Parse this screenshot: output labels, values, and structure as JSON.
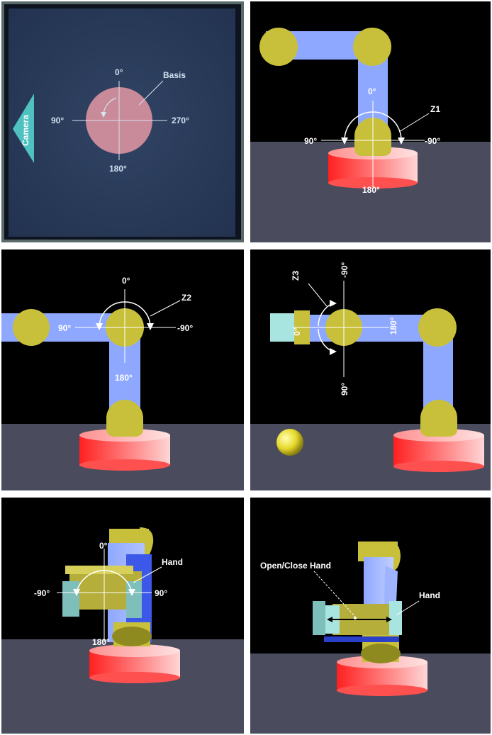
{
  "panels": {
    "p1": {
      "top": "0°",
      "left": "90°",
      "right": "270°",
      "bottom": "180°",
      "basis": "Basis",
      "camera": "Camera"
    },
    "p2": {
      "top": "0°",
      "left": "90°",
      "right": "-90°",
      "bottom": "180°",
      "joint": "Z1"
    },
    "p3": {
      "top": "0°",
      "left": "90°",
      "right": "-90°",
      "bottom": "180°",
      "joint": "Z2"
    },
    "p4": {
      "top": "-90°",
      "left": "0°",
      "right": "180°",
      "bottom": "90°",
      "joint": "Z3"
    },
    "p5": {
      "top": "0°",
      "left": "-90°",
      "right": "90°",
      "bottom": "180°",
      "hand": "Hand"
    },
    "p6": {
      "openclose": "Open/Close Hand",
      "hand": "Hand"
    }
  },
  "colors": {
    "black": "#000000",
    "floor": "#4a4c5e",
    "arm": "#8fa8ff",
    "joint": "#c8c03a",
    "base_red": "#ff3030",
    "base_pink": "#ffc8c8",
    "camera": "#4fc1c1",
    "panel1_bg": "#2e3c5a",
    "basis_disk": "#c98a99"
  }
}
